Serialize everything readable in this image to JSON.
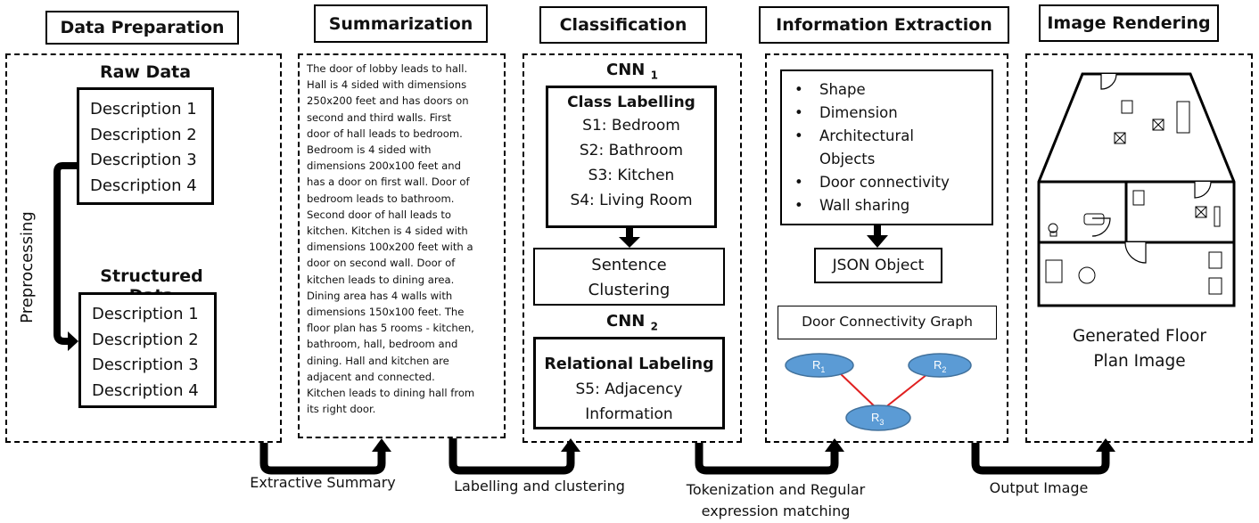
{
  "stages": {
    "data_preparation": {
      "header": "Data Preparation",
      "raw_title": "Raw Data",
      "raw_items": [
        "Description 1",
        "Description 2",
        "Description 3",
        "Description 4"
      ],
      "preprocessing_label": "Preprocessing",
      "structured_title": "Structured Data",
      "structured_items": [
        "Description 1",
        "Description 2",
        "Description 3",
        "Description 4"
      ]
    },
    "summarization": {
      "header": "Summarization",
      "lines": [
        "The door of lobby leads to hall.",
        "Hall is 4 sided with dimensions",
        "250x200 feet and has doors on",
        "second and third walls. First",
        "door of hall leads to bedroom.",
        "Bedroom is 4 sided with",
        "dimensions 200x100 feet and",
        "has a door on first wall. Door of",
        "bedroom leads to bathroom.",
        "Second door of hall leads to",
        "kitchen. Kitchen is 4 sided with",
        "dimensions 100x200 feet with a",
        "door on second wall. Door of",
        "kitchen leads to dining area.",
        "Dining area has 4 walls with",
        "dimensions 150x100 feet. The",
        "floor plan has 5 rooms - kitchen,",
        "bathroom, hall, bedroom and",
        "dining. Hall and kitchen are",
        "adjacent and connected.",
        "Kitchen leads to dining hall from",
        "its right door."
      ]
    },
    "classification": {
      "header": "Classification",
      "cnn1_label": "CNN",
      "cnn1_sub": "1",
      "class_labelling_title": "Class Labelling",
      "class_items": [
        "S1: Bedroom",
        "S2: Bathroom",
        "S3: Kitchen",
        "S4: Living Room"
      ],
      "sentence_clustering": "Sentence Clustering",
      "cnn2_label": "CNN",
      "cnn2_sub": "2",
      "relational_title": "Relational Labeling",
      "relational_lines": [
        "S5: Adjacency",
        "Information"
      ]
    },
    "information_extraction": {
      "header": "Information Extraction",
      "bullets": [
        "Shape",
        "Dimension",
        "Architectural Objects",
        "Door connectivity",
        "Wall sharing"
      ],
      "json_object": "JSON Object",
      "graph_title": "Door Connectivity Graph",
      "graph_nodes": [
        {
          "letter": "R",
          "sub": "1"
        },
        {
          "letter": "R",
          "sub": "2"
        },
        {
          "letter": "R",
          "sub": "3"
        }
      ],
      "graph_edges": [
        [
          "R1",
          "R3"
        ],
        [
          "R2",
          "R3"
        ]
      ]
    },
    "image_rendering": {
      "header": "Image Rendering",
      "caption_lines": [
        "Generated Floor",
        "Plan Image"
      ]
    }
  },
  "transitions": {
    "t1": "Extractive Summary",
    "t2": "Labelling and clustering",
    "t3_line1": "Tokenization and Regular",
    "t3_line2": "expression matching",
    "t4": "Output Image"
  },
  "colors": {
    "node_fill": "#5b9bd5",
    "node_stroke": "#41719c",
    "edge": "#e02020"
  }
}
